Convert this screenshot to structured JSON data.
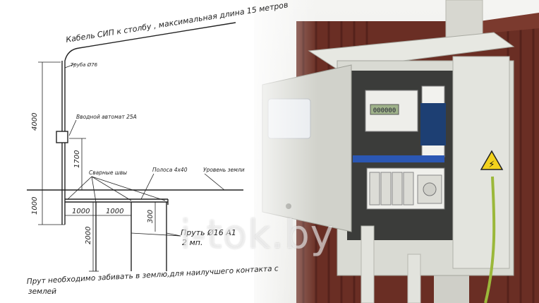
{
  "drawing": {
    "cable_label": "Кабель СИП к столбу , максимальная длина 15 метров",
    "pipe_label": "Труба Ø76",
    "breaker_label": "Вводной автомат 25А",
    "welds_label": "Сварные швы",
    "strip_label": "Полоса 4х40",
    "ground_level_label": "Уровень земли",
    "rod_label": "Пруть Ø16 А1",
    "rod_count_label": "2 мп.",
    "dim_4000": "4000",
    "dim_1700": "1700",
    "dim_1000_vertical": "1000",
    "dim_1000_a": "1000",
    "dim_1000_b": "1000",
    "dim_300": "300",
    "dim_2000": "2000",
    "note_line1": "Прут необходимо забивать в землю,для наилучшего контакта с",
    "note_line2": "землей"
  },
  "photo": {
    "meter_display": "000000",
    "warning_sign": "⚡"
  },
  "watermark": "i-tok.by",
  "colors": {
    "ink": "#222222",
    "fence": "#6a2e24",
    "cabinet": "#dcdcd4",
    "wire_yg": "#9bb83a",
    "warning": "#f3d21c"
  }
}
